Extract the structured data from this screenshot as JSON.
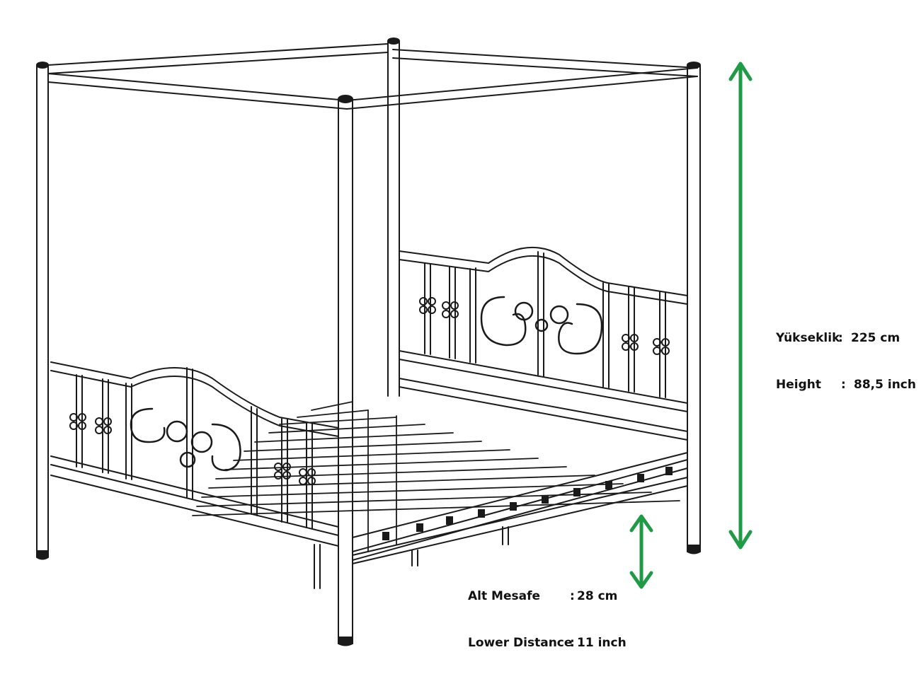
{
  "colors": {
    "line": "#1a1a1a",
    "arrow": "#1f9a45",
    "background": "#ffffff"
  },
  "height_dimension": {
    "label_tr": "Yükseklik",
    "sep_tr": ":",
    "value_tr": "225 cm",
    "label_en": "Height",
    "sep_en": ":",
    "value_en": "88,5 inch",
    "arrow_icon": "double-vertical-arrow"
  },
  "lower_distance_dimension": {
    "label_tr": "Alt Mesafe",
    "sep_tr": ":",
    "value_tr": "28 cm",
    "label_en": "Lower Distance",
    "sep_en": ":",
    "value_en": "11 inch",
    "arrow_icon": "double-vertical-arrow"
  }
}
